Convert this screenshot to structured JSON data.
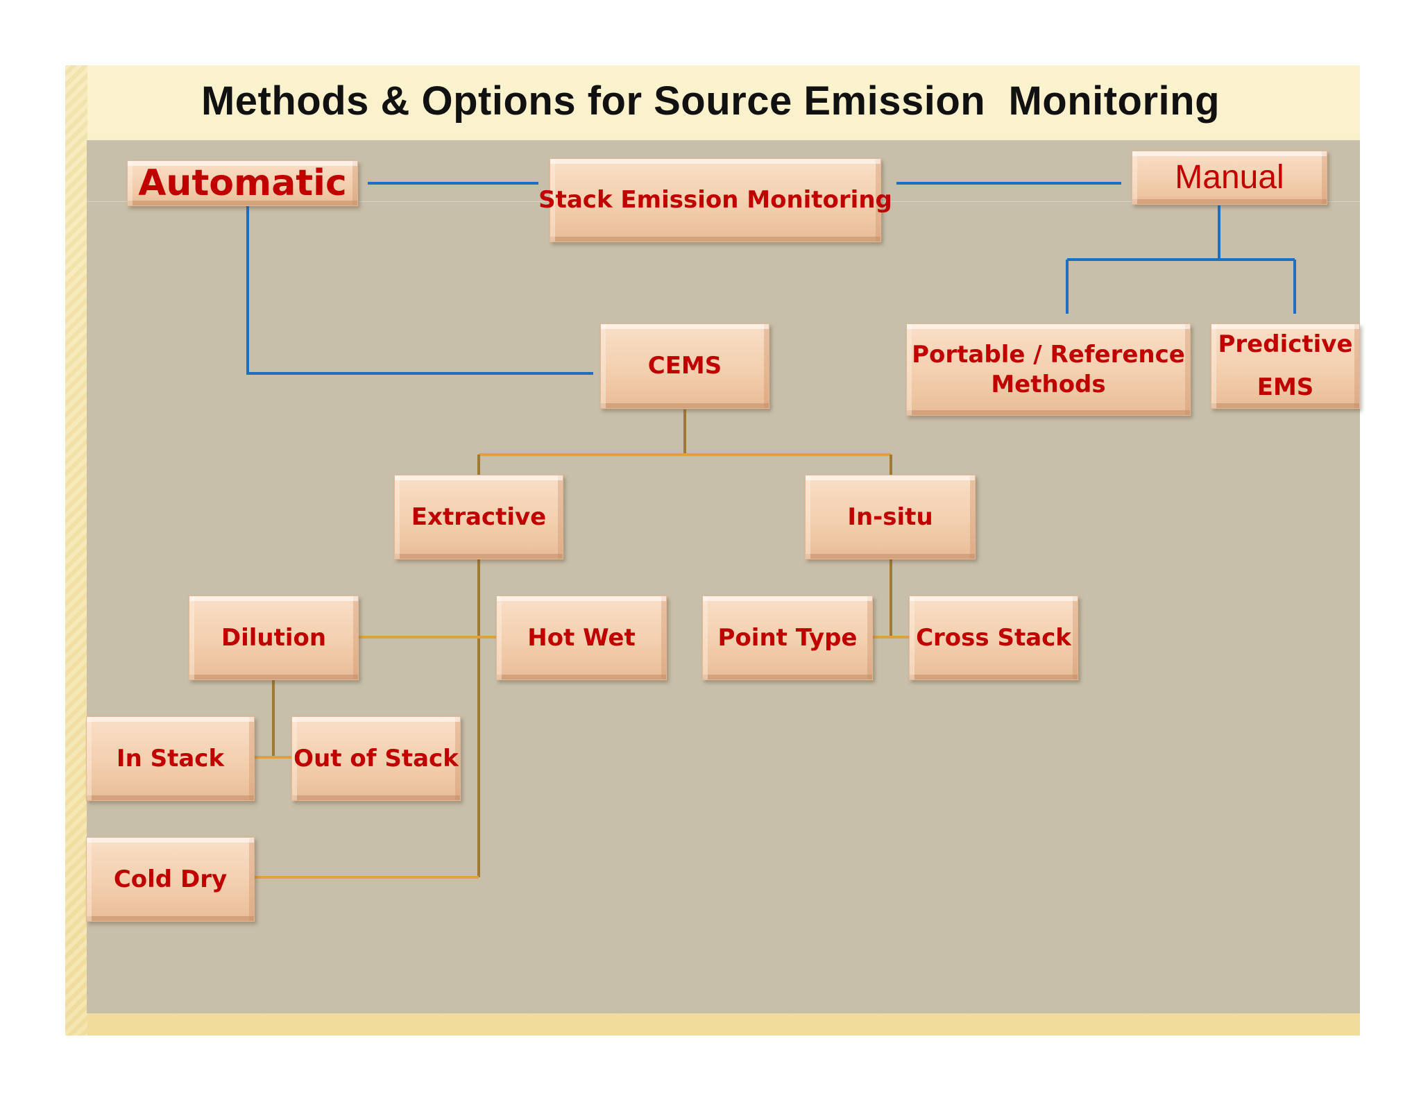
{
  "title": "Methods & Options for Source Emission  Monitoring",
  "nodes": {
    "root": "Stack Emission Monitoring",
    "automatic": "Automatic",
    "manual": "Manual",
    "cems": "CEMS",
    "portable_line1": "Portable / Reference",
    "portable_line2": "Methods",
    "predictive_line1": "Predictive",
    "predictive_line2": "EMS",
    "extractive": "Extractive",
    "in_situ": "In-situ",
    "dilution": "Dilution",
    "hot_wet": "Hot Wet",
    "point_type": "Point Type",
    "cross_stack": "Cross Stack",
    "in_stack": "In Stack",
    "out_of_stack": "Out of Stack",
    "cold_dry": "Cold Dry"
  },
  "colors": {
    "text": "#c00000",
    "box_fill": "#f3cfae",
    "blue_connector": "#1f6fc0",
    "orange_connector": "#e0a040",
    "canvas": "#c8bfaa"
  }
}
